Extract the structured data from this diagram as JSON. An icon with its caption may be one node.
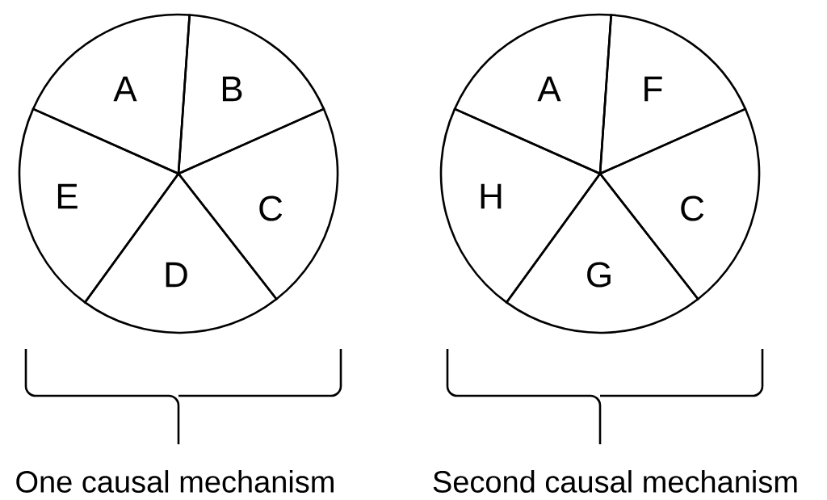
{
  "diagram": {
    "nodes": [
      {
        "text": [
          "A"
        ]
      },
      {
        "text": [
          "B"
        ]
      },
      {
        "text": [
          "C"
        ]
      },
      {
        "text": [
          "D"
        ]
      },
      {
        "text": [
          "E"
        ]
      },
      {
        "text": [
          "A"
        ]
      },
      {
        "text": [
          "F"
        ]
      },
      {
        "text": [
          "C"
        ]
      },
      {
        "text": [
          "G"
        ]
      },
      {
        "text": [
          "H"
        ]
      }
    ],
    "labels": [
      "One causal mechanism",
      "Second causal mechanism"
    ]
  }
}
